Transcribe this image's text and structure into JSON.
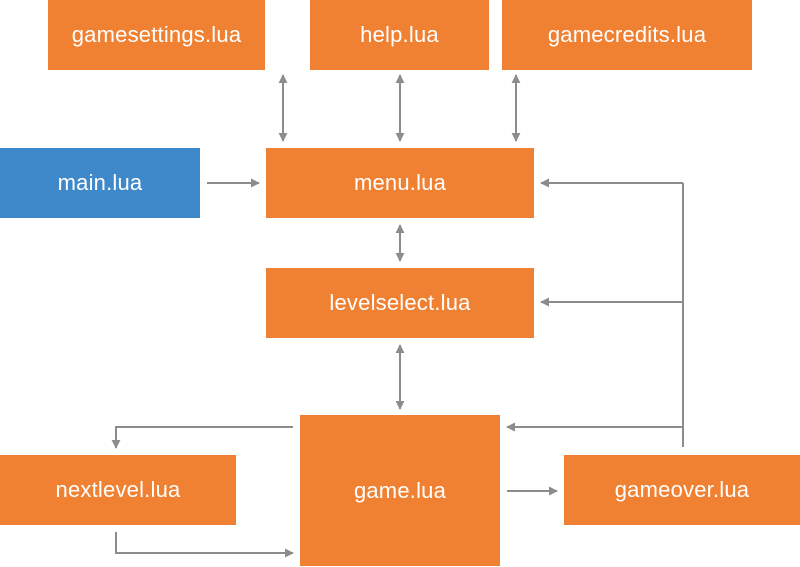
{
  "colors": {
    "node_orange": "#F08132",
    "node_blue": "#3F88C9",
    "connector": "#8C8C8C",
    "label": "#FFFFFF"
  },
  "nodes": {
    "gamesettings": "gamesettings.lua",
    "help": "help.lua",
    "gamecredits": "gamecredits.lua",
    "main": "main.lua",
    "menu": "menu.lua",
    "levelselect": "levelselect.lua",
    "game": "game.lua",
    "nextlevel": "nextlevel.lua",
    "gameover": "gameover.lua"
  },
  "edges": [
    {
      "from": "gamesettings",
      "to": "menu",
      "direction": "both"
    },
    {
      "from": "help",
      "to": "menu",
      "direction": "both"
    },
    {
      "from": "gamecredits",
      "to": "menu",
      "direction": "both"
    },
    {
      "from": "main",
      "to": "menu",
      "direction": "forward"
    },
    {
      "from": "menu",
      "to": "levelselect",
      "direction": "both"
    },
    {
      "from": "levelselect",
      "to": "game",
      "direction": "both"
    },
    {
      "from": "game",
      "to": "nextlevel",
      "direction": "forward"
    },
    {
      "from": "nextlevel",
      "to": "game",
      "direction": "forward"
    },
    {
      "from": "game",
      "to": "gameover",
      "direction": "forward"
    },
    {
      "from": "gameover",
      "to": "menu",
      "direction": "forward"
    },
    {
      "from": "gameover",
      "to": "levelselect",
      "direction": "forward"
    },
    {
      "from": "gameover",
      "to": "game",
      "direction": "forward"
    }
  ]
}
